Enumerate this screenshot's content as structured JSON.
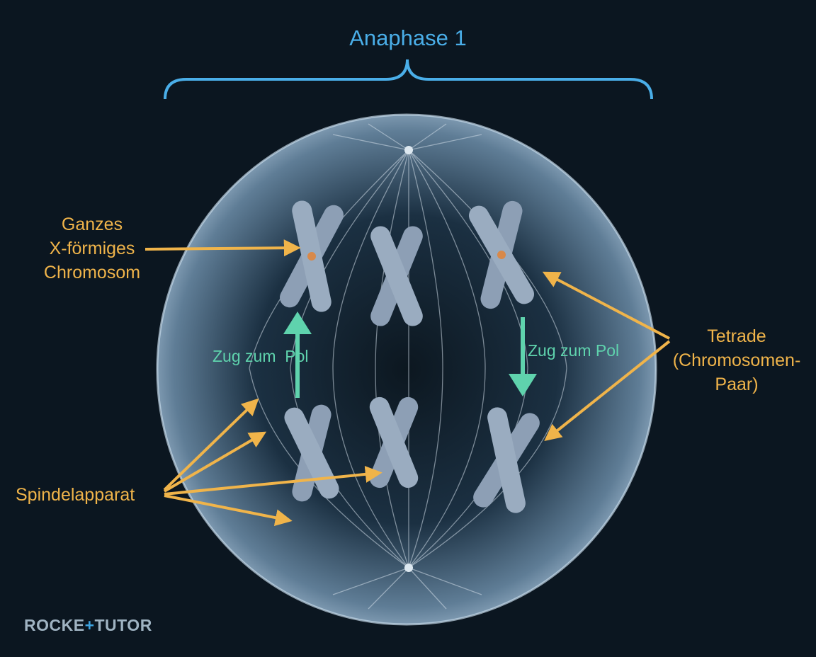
{
  "title": "Anaphase 1",
  "labels": {
    "chromosome": [
      "Ganzes",
      "X-förmiges",
      "Chromosom"
    ],
    "tetrade": [
      "Tetrade",
      "(Chromosomen-",
      "Paar)"
    ],
    "spindle": "Spindelapparat",
    "pull_left": "Zug zum  Pol",
    "pull_right": "Zug zum Pol"
  },
  "logo": {
    "part1": "ROCKE",
    "part2": "+",
    "part3": "TUTO",
    "part4": "R"
  },
  "colors": {
    "background": "#0b1620",
    "title": "#4aaee8",
    "label": "#f0b44a",
    "arrow_label": "#f0b44a",
    "pull_arrow": "#5fd3ad",
    "cell": "#9cb8d0",
    "chromosome": "#8d9fb5"
  }
}
